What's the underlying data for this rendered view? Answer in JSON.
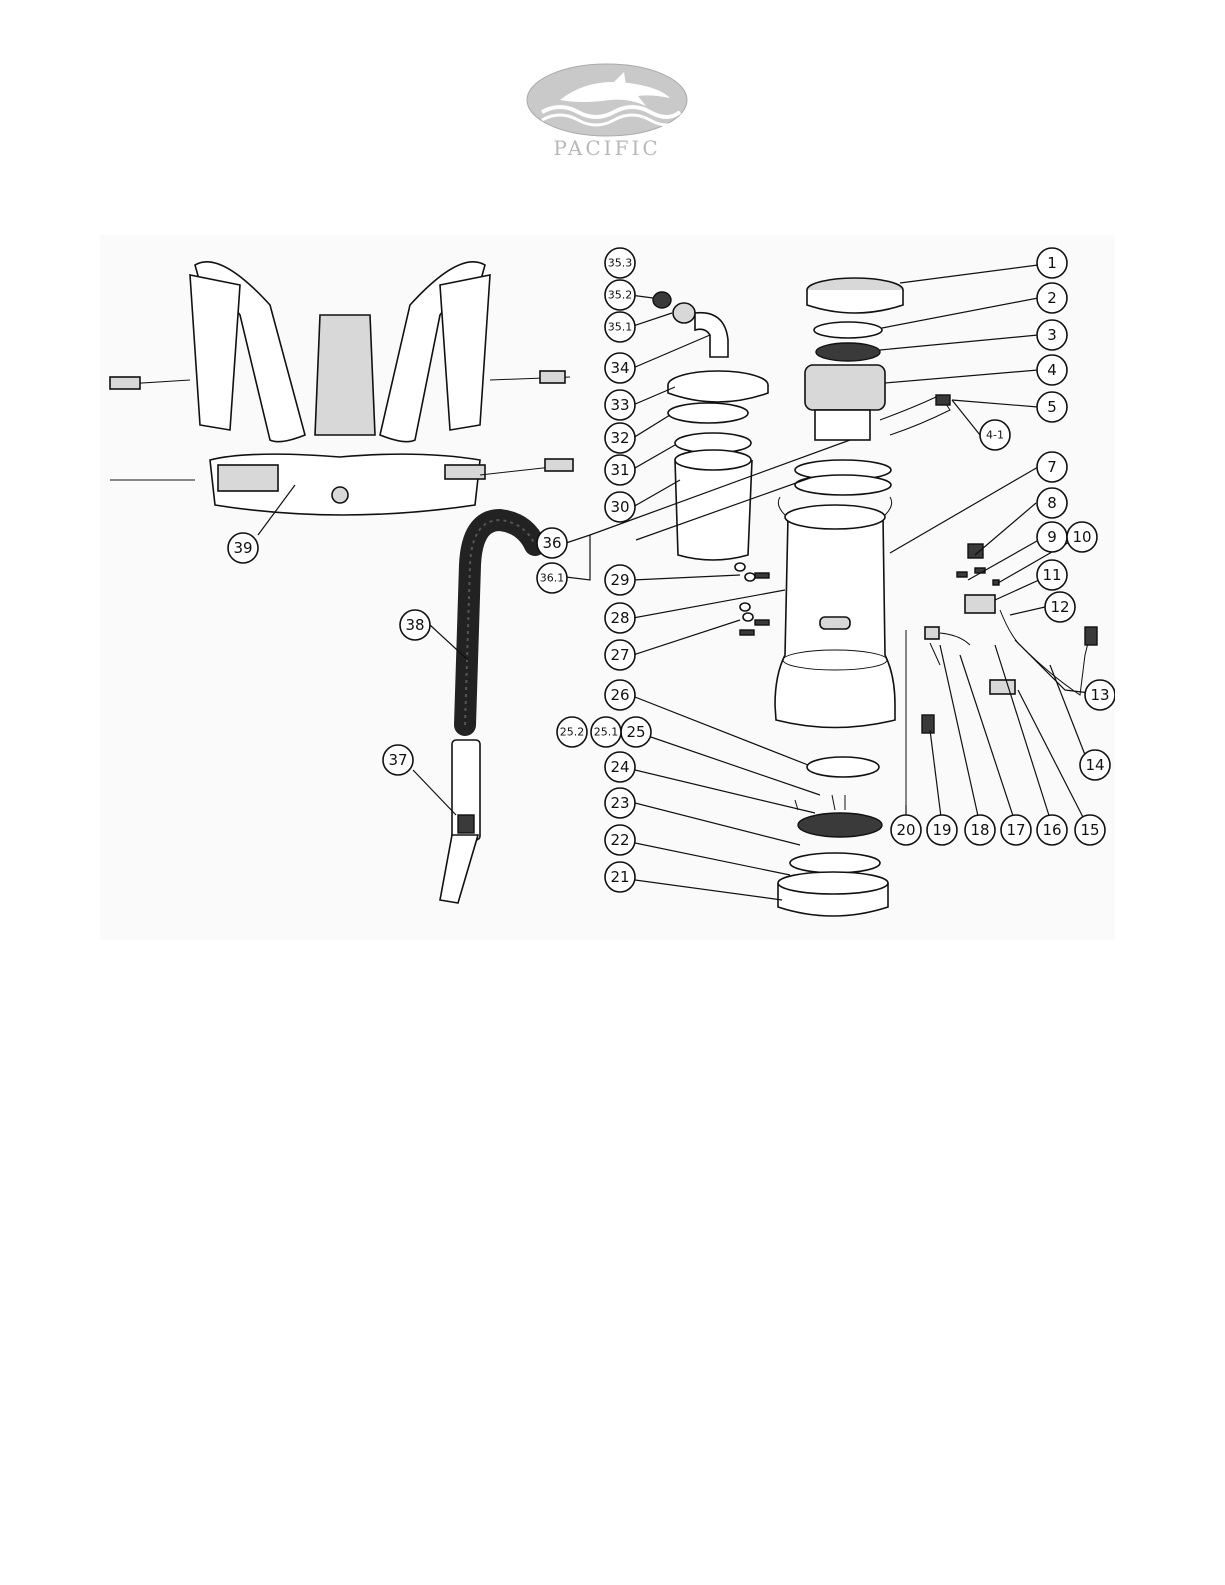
{
  "logo": {
    "text": "PACIFIC",
    "colors": {
      "logo_grey": "#b8b8b8"
    }
  },
  "diagram": {
    "callouts": [
      "1",
      "2",
      "3",
      "4",
      "4-1",
      "5",
      "7",
      "8",
      "9",
      "10",
      "11",
      "12",
      "13",
      "14",
      "15",
      "16",
      "17",
      "18",
      "19",
      "20",
      "21",
      "22",
      "23",
      "24",
      "25",
      "25.1",
      "25.2",
      "26",
      "27",
      "28",
      "29",
      "30",
      "31",
      "32",
      "33",
      "34",
      "35.1",
      "35.2",
      "35.3",
      "36",
      "36.1",
      "37",
      "38",
      "39"
    ]
  }
}
